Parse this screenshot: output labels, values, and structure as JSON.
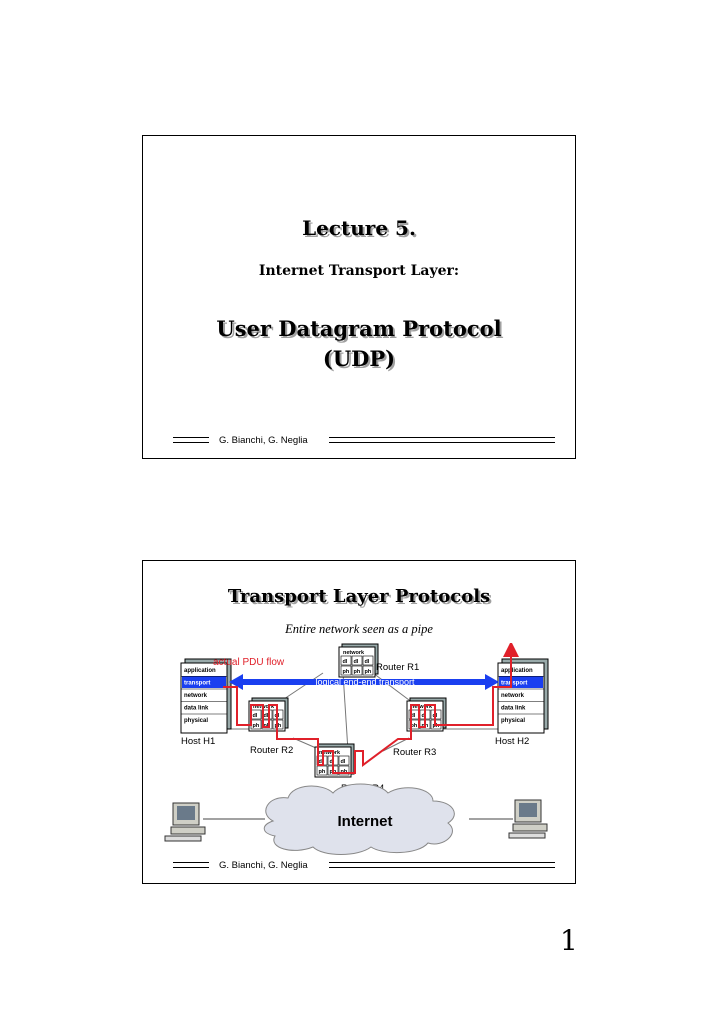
{
  "slide1": {
    "title": "Lecture 5.",
    "subtitle": "Internet Transport Layer:",
    "heading_line1": "User Datagram Protocol",
    "heading_line2": "(UDP)",
    "footer": "G. Bianchi, G. Neglia"
  },
  "slide2": {
    "title": "Transport Layer Protocols",
    "subtitle": "Entire network seen as a pipe",
    "diagram": {
      "pdu_flow_label": "actual PDU flow",
      "logical_label": "logical end-end transport",
      "host_h1": "Host H1",
      "host_h2": "Host H2",
      "router_r1": "Router R1",
      "router_r2": "Router R2",
      "router_r3": "Router R3",
      "router_r4": "Router R4",
      "host_layers": [
        "application",
        "transport",
        "network",
        "data link",
        "physical"
      ],
      "router_top": "network",
      "router_dl": "dl",
      "router_ph": "ph",
      "internet_label": "Internet",
      "colors": {
        "accent_red": "#e0202a",
        "transport_blue": "#1a3ff0",
        "cloud": "#dfe2ec"
      }
    },
    "footer": "G. Bianchi, G. Neglia"
  },
  "page_number": "1"
}
